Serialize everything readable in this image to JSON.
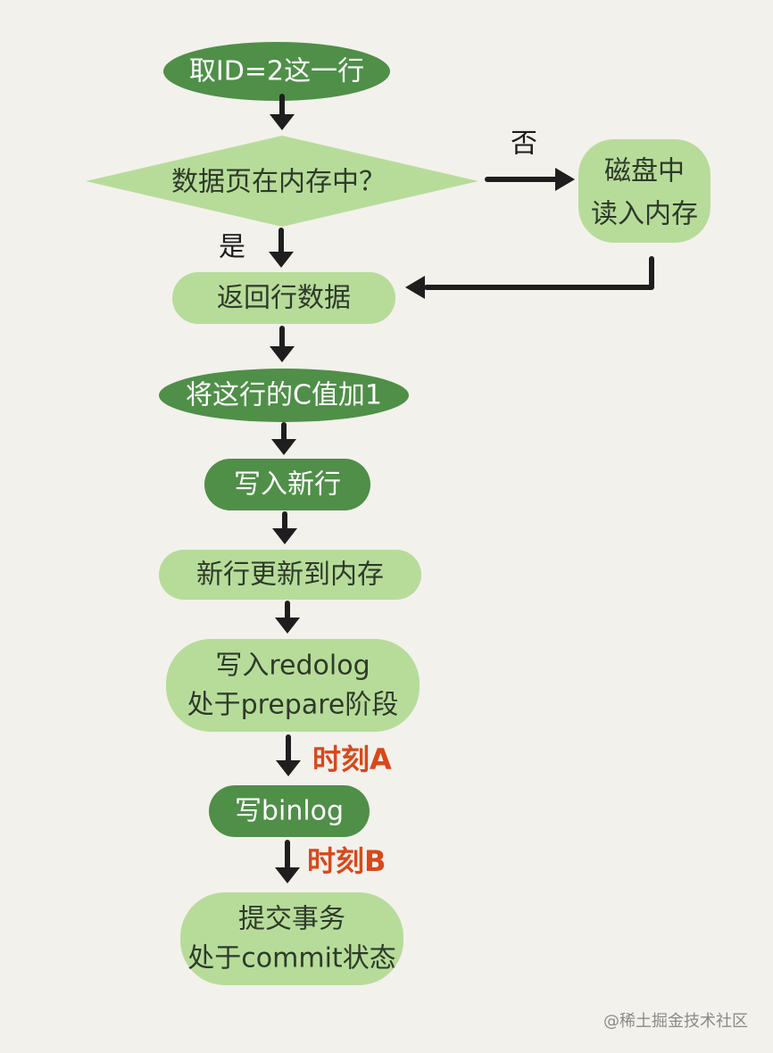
{
  "colors": {
    "dark_green": "#4f8f48",
    "light_green": "#b7dc9a",
    "arrow": "#1e1e1e",
    "time_label": "#d9481a",
    "background": "#f3f1ec"
  },
  "nodes": {
    "fetch_row": "取ID=2这一行",
    "page_in_memory": "数据页在内存中？",
    "disk_read_line1": "磁盘中",
    "disk_read_line2": "读入内存",
    "return_row": "返回行数据",
    "increment_c": "将这行的C值加1",
    "write_new_row": "写入新行",
    "update_memory": "新行更新到内存",
    "redolog_prepare_line1": "写入redolog",
    "redolog_prepare_line2": "处于prepare阶段",
    "write_binlog": "写binlog",
    "commit_line1": "提交事务",
    "commit_line2": "处于commit状态"
  },
  "edges": {
    "no": "否",
    "yes": "是",
    "time_a": "时刻A",
    "time_b": "时刻B"
  },
  "watermark": "@稀土掘金技术社区"
}
